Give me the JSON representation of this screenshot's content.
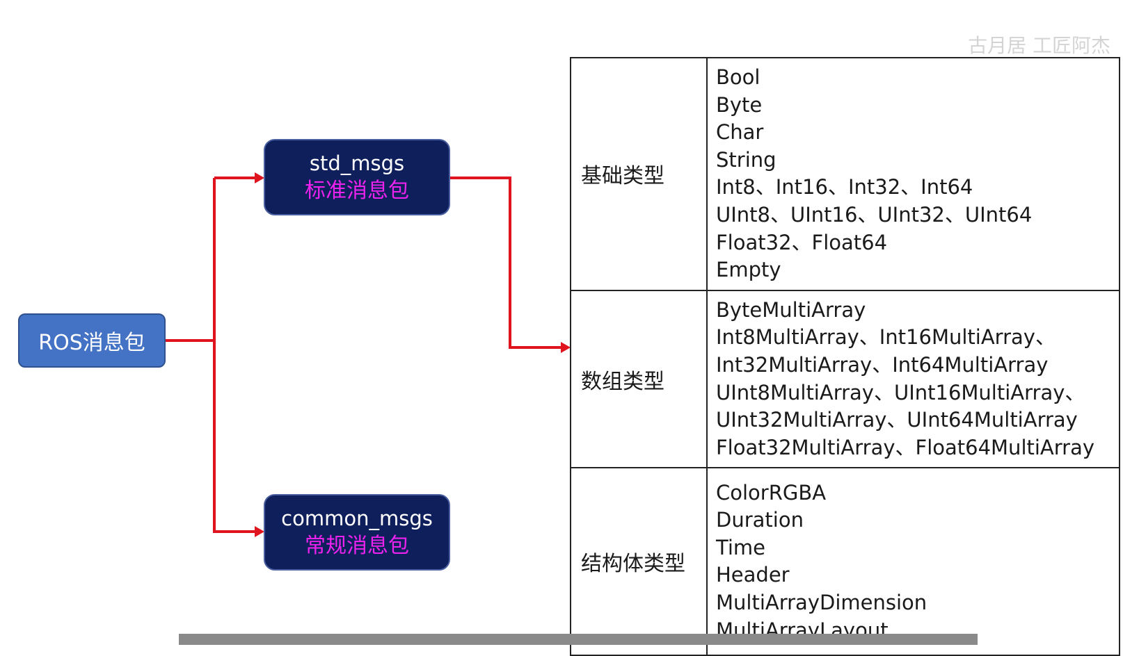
{
  "diagram": {
    "root": {
      "label": "ROS消息包"
    },
    "packages": [
      {
        "name": "std_msgs",
        "description": "标准消息包"
      },
      {
        "name": "common_msgs",
        "description": "常规消息包"
      }
    ],
    "categories": [
      {
        "label": "基础类型",
        "items": [
          "Bool",
          "Byte",
          "Char",
          "String",
          "Int8、Int16、Int32、Int64",
          "UInt8、UInt16、UInt32、UInt64",
          "Float32、Float64",
          "Empty"
        ]
      },
      {
        "label": "数组类型",
        "items": [
          "ByteMultiArray",
          "Int8MultiArray、Int16MultiArray、",
          "Int32MultiArray、Int64MultiArray",
          "UInt8MultiArray、UInt16MultiArray、",
          "UInt32MultiArray、UInt64MultiArray",
          "Float32MultiArray、Float64MultiArray"
        ]
      },
      {
        "label": "结构体类型",
        "items": [
          "ColorRGBA",
          "Duration",
          "Time",
          "Header",
          "MultiArrayDimension",
          "MultiArrayLayout"
        ]
      }
    ],
    "connector_color": "#e0141e"
  },
  "watermark": {
    "text": "古月居 工匠阿杰"
  }
}
